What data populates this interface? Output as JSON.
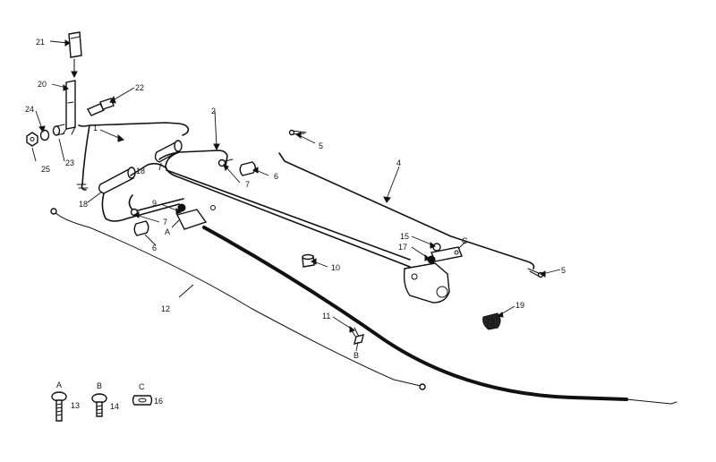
{
  "callouts": {
    "c1": "1",
    "c2": "2",
    "c4": "4",
    "c5a": "5",
    "c5b": "5",
    "c6a": "6",
    "c6b": "6",
    "c7a": "7",
    "c7b": "7",
    "c9": "9",
    "c10": "10",
    "c11": "11",
    "c12": "12",
    "c13": "13",
    "c14": "14",
    "c15": "15",
    "c16": "16",
    "c17": "17",
    "c18a": "18",
    "c18b": "18",
    "c19": "19",
    "c20": "20",
    "c21": "21",
    "c22": "22",
    "c23": "23",
    "c24": "24",
    "c25": "25"
  },
  "letters": {
    "a_main": "A",
    "b_main": "B",
    "c_main": "C",
    "a_key": "A",
    "b_key": "B",
    "c_key": "C"
  }
}
